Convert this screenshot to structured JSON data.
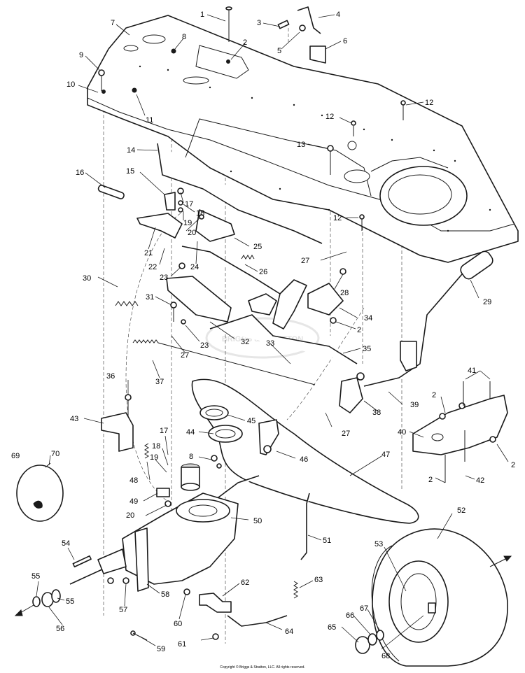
{
  "diagram": {
    "colors": {
      "line": "#1a1a1a",
      "background": "#ffffff",
      "watermark": "#e6e6e6"
    },
    "watermark_text": "BRIGGS & STRATTON",
    "copyright": "Copyright © Briggs & Stratton, LLC. All rights reserved.",
    "callouts": [
      "1",
      "2",
      "3",
      "4",
      "5",
      "6",
      "7",
      "8",
      "9",
      "10",
      "11",
      "12",
      "13",
      "14",
      "15",
      "16",
      "17",
      "18",
      "19",
      "20",
      "21",
      "22",
      "23",
      "24",
      "25",
      "26",
      "27",
      "28",
      "29",
      "30",
      "31",
      "32",
      "33",
      "34",
      "35",
      "36",
      "37",
      "38",
      "39",
      "40",
      "41",
      "42",
      "43",
      "44",
      "45",
      "46",
      "47",
      "48",
      "49",
      "50",
      "51",
      "52",
      "53",
      "54",
      "55",
      "56",
      "57",
      "58",
      "59",
      "60",
      "61",
      "62",
      "63",
      "64",
      "65",
      "66",
      "67",
      "68",
      "69",
      "70"
    ],
    "parts": [
      {
        "id": "frame",
        "icon": "chassis-frame"
      },
      {
        "id": "pedal",
        "icon": "clutch-brake-pedal"
      },
      {
        "id": "transaxle",
        "icon": "transaxle"
      },
      {
        "id": "belt",
        "icon": "drive-belt"
      },
      {
        "id": "wheel",
        "icon": "rear-wheel"
      },
      {
        "id": "hubcap",
        "icon": "hub-cap"
      },
      {
        "id": "shift-lever",
        "icon": "shift-lever"
      },
      {
        "id": "bracket",
        "icon": "mounting-bracket"
      },
      {
        "id": "springs",
        "icon": "extension-spring"
      },
      {
        "id": "idler-pulleys",
        "icon": "idler-pulley"
      }
    ]
  }
}
